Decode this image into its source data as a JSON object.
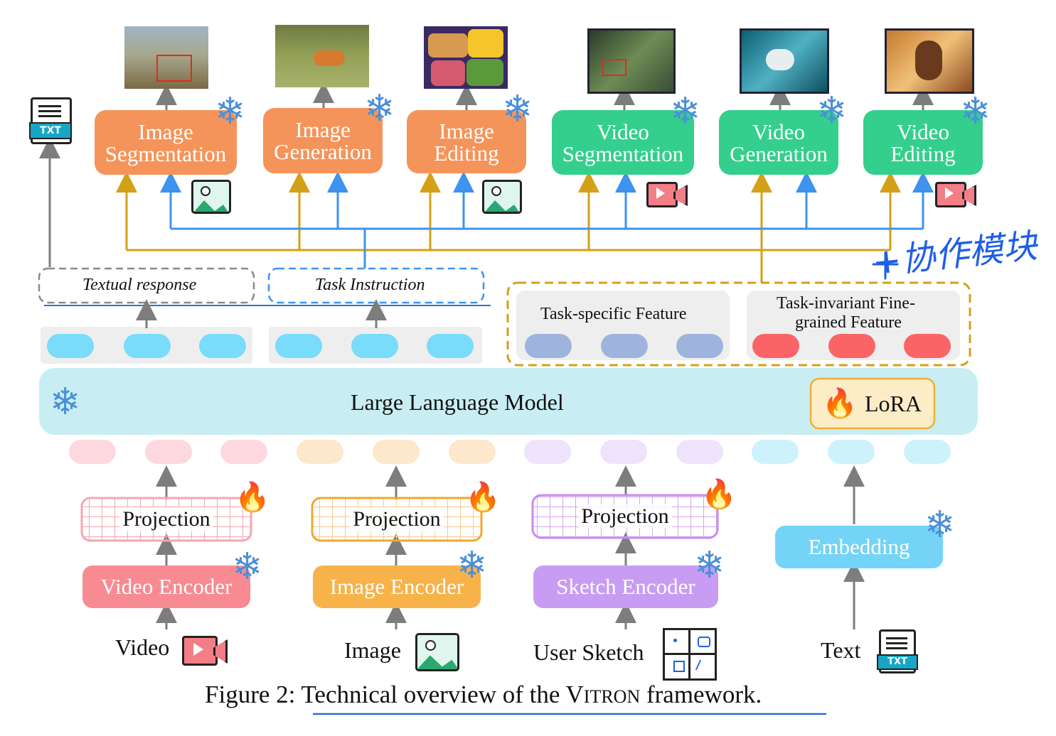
{
  "decoders": [
    {
      "title": "Image Segmentation",
      "line1": "Image",
      "line2": "Segmentation"
    },
    {
      "title": "Image Generation",
      "line1": "Image",
      "line2": "Generation"
    },
    {
      "title": "Image Editing",
      "line1": "Image",
      "line2": "Editing"
    },
    {
      "title": "Video Segmentation",
      "line1": "Video",
      "line2": "Segmentation"
    },
    {
      "title": "Video Generation",
      "line1": "Video",
      "line2": "Generation"
    },
    {
      "title": "Video Editing",
      "line1": "Video",
      "line2": "Editing"
    }
  ],
  "file_label": "TXT",
  "textual_response": "Textual response",
  "task_instruction": "Task Instruction",
  "task_specific_feature": "Task-specific Feature",
  "task_invariant_line1": "Task-invariant Fine-",
  "task_invariant_line2": "grained Feature",
  "llm_label": "Large Language Model",
  "lora_label": "LoRA",
  "handwritten_note": "+协作模块",
  "projection_label": "Projection",
  "encoders": {
    "video": "Video Encoder",
    "image": "Image Encoder",
    "sketch": "Sketch Encoder",
    "embedding": "Embedding"
  },
  "inputs": {
    "video": "Video",
    "image": "Image",
    "sketch": "User Sketch",
    "text": "Text"
  },
  "caption": {
    "prefix": "Figure 2: Technical overview of the V",
    "smallcaps": "ITRON",
    "suffix": " framework."
  },
  "colors": {
    "image_module": "#f5945a",
    "video_module": "#34cf8c",
    "blue_route": "#3d93ee",
    "gold_route": "#d4a017",
    "llm_bg": "#c8eef3",
    "feature_blue": "#9fb4dd",
    "feature_red": "#fb6467",
    "snowflake": "#4a90d8"
  }
}
